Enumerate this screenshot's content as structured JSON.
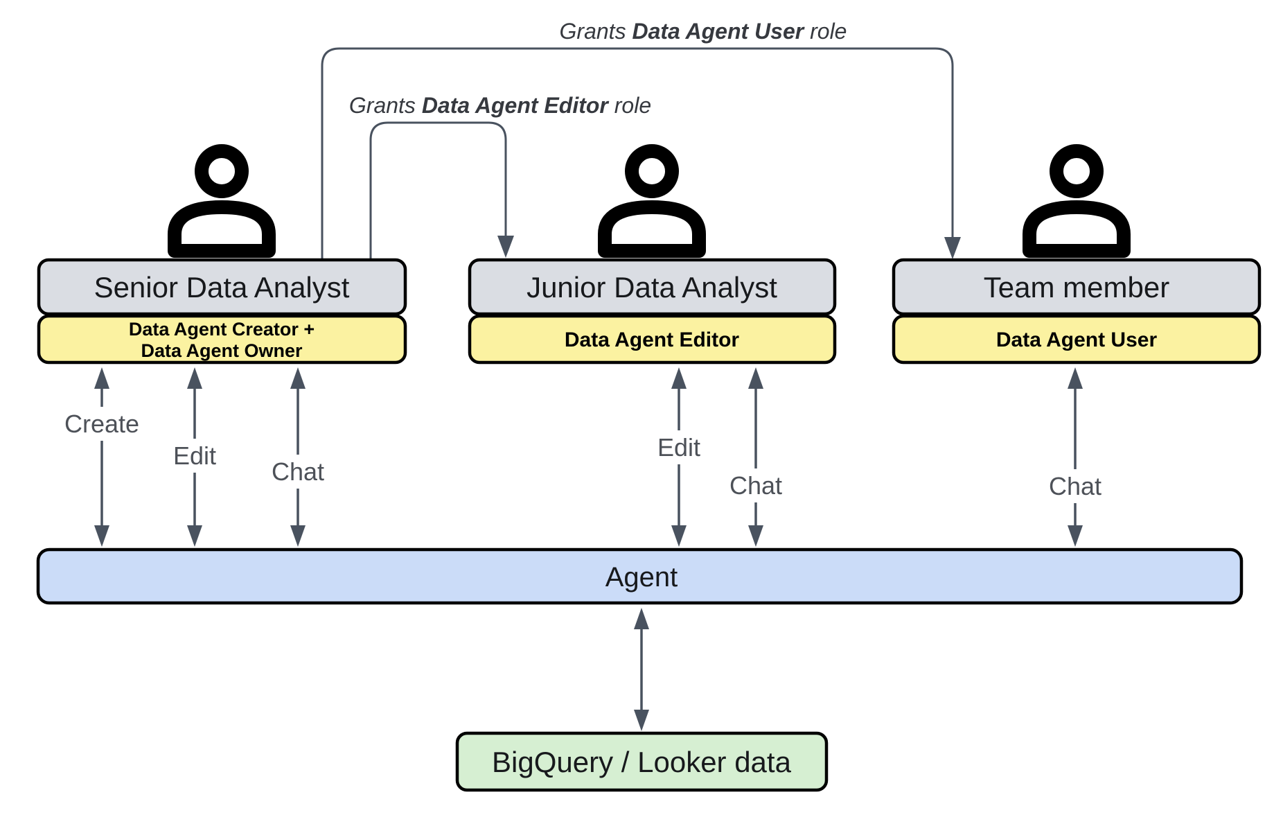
{
  "grants": [
    {
      "prefix": "Grants ",
      "role": "Data Agent User",
      "suffix": " role"
    },
    {
      "prefix": "Grants ",
      "role": "Data Agent Editor",
      "suffix": " role"
    }
  ],
  "actors": [
    {
      "title": "Senior Data Analyst",
      "role_lines": [
        "Data Agent Creator +",
        "Data Agent Owner"
      ],
      "actions": [
        "Create",
        "Edit",
        "Chat"
      ]
    },
    {
      "title": "Junior Data Analyst",
      "role_lines": [
        "Data Agent Editor"
      ],
      "actions": [
        "Edit",
        "Chat"
      ]
    },
    {
      "title": "Team member",
      "role_lines": [
        "Data Agent User"
      ],
      "actions": [
        "Chat"
      ]
    }
  ],
  "agent": {
    "label": "Agent"
  },
  "datasource": {
    "label": "BigQuery / Looker data"
  },
  "colors": {
    "actor_box_fill": "#dadde3",
    "role_box_fill": "#fbf2a1",
    "agent_bar_fill": "#cbdcf8",
    "datasource_fill": "#d6efd2",
    "connector": "#49525f",
    "box_border": "#000000"
  }
}
